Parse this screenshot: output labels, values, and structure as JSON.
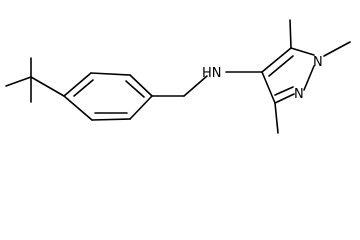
{
  "molecule": {
    "atoms": {
      "amine_label": "HN",
      "pyrazole_n1_label": "N",
      "pyrazole_n2_label": "N"
    }
  }
}
